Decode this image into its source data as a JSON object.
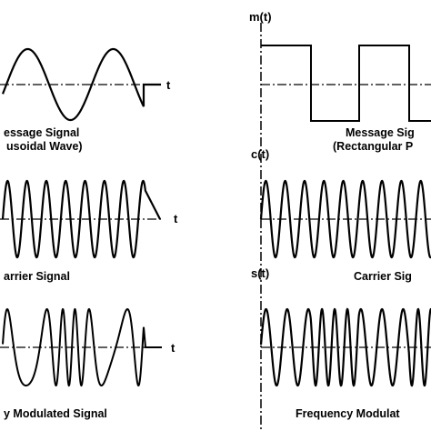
{
  "left": {
    "axis_label": "t",
    "panels": [
      {
        "id": "message",
        "caption_lines": [
          "essage Signal",
          "usoidal Wave)"
        ]
      },
      {
        "id": "carrier",
        "caption_lines": [
          "arrier Signal"
        ]
      },
      {
        "id": "modulated",
        "caption_lines": [
          "y Modulated Signal"
        ]
      }
    ]
  },
  "right": {
    "axis_labels": {
      "message": "m(t)",
      "carrier": "c(t)",
      "modulated": "s(t)"
    },
    "panels": [
      {
        "id": "message",
        "caption_lines": [
          "Message Sig",
          "(Rectangular P"
        ]
      },
      {
        "id": "carrier",
        "caption_lines": [
          "Carrier Sig"
        ]
      },
      {
        "id": "modulated",
        "caption_lines": [
          "Frequency Modulat"
        ]
      }
    ]
  },
  "colors": {
    "stroke": "#000000",
    "background": "#ffffff"
  }
}
